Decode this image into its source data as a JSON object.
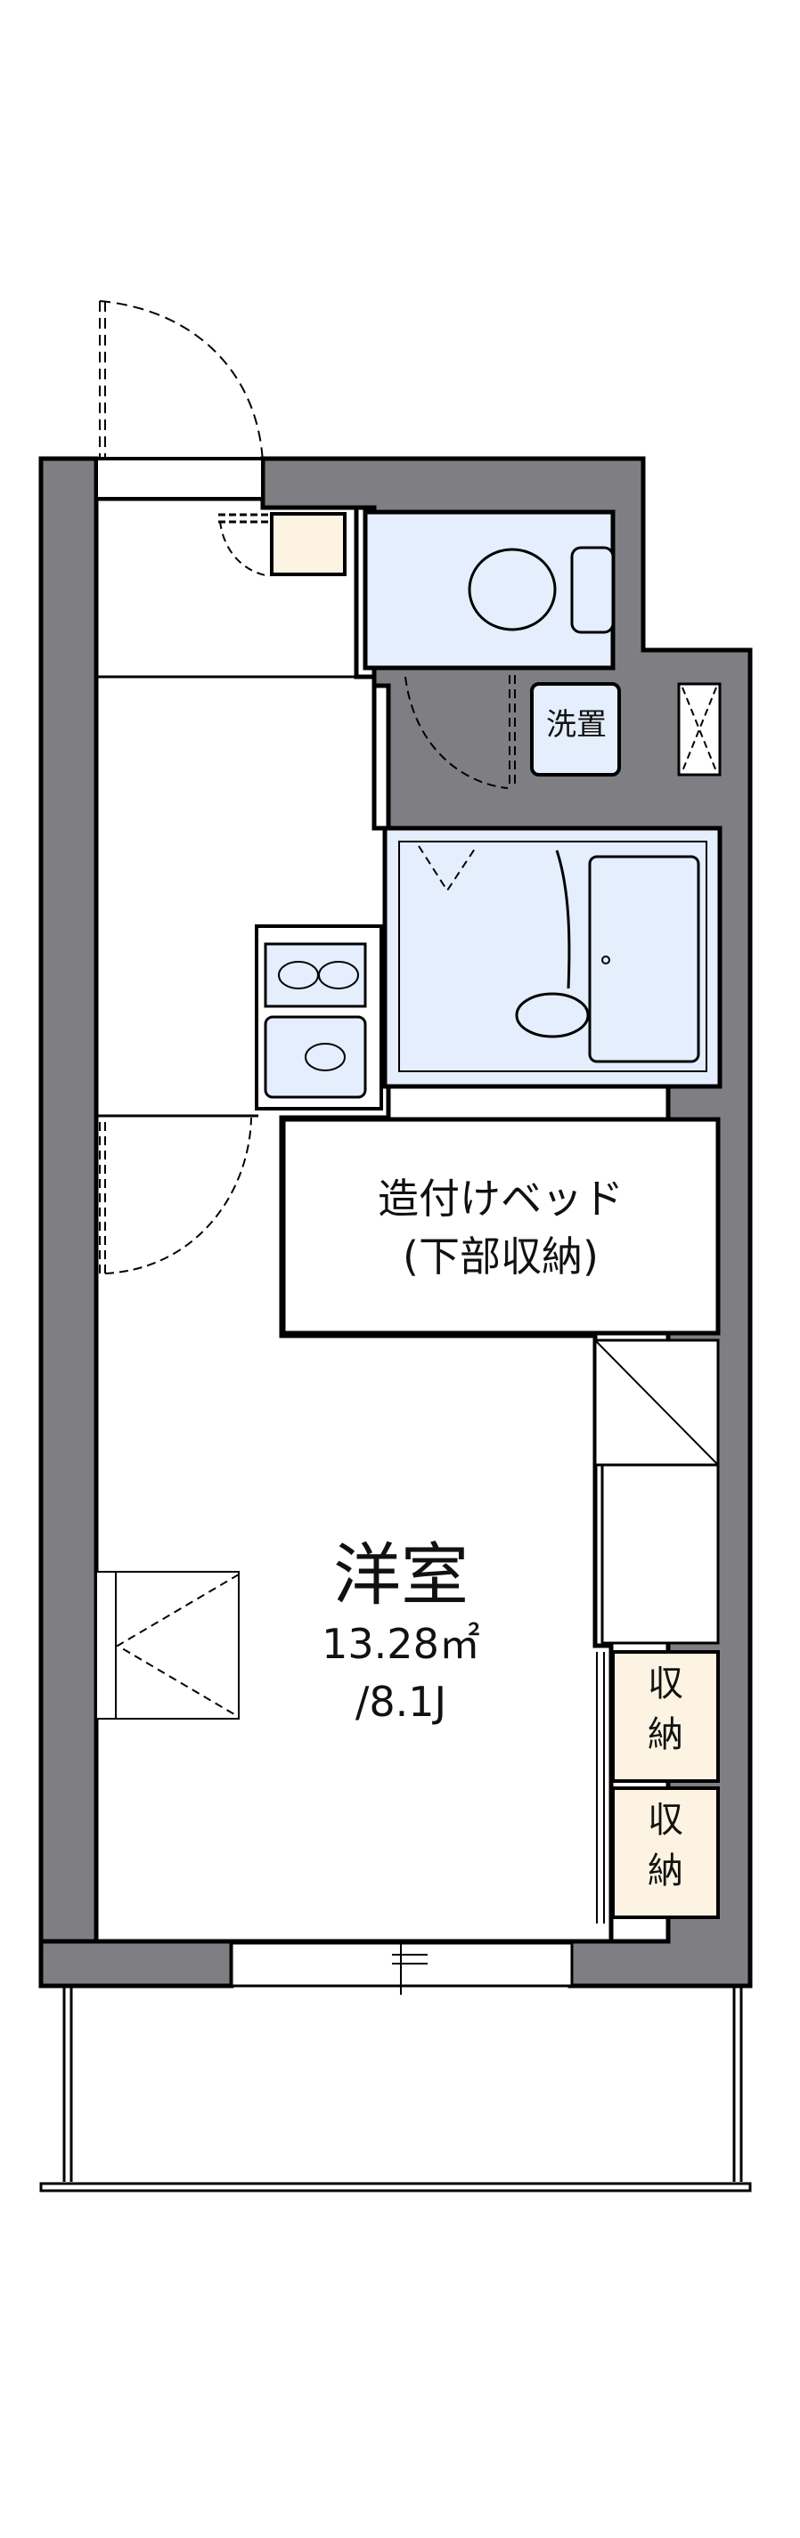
{
  "floorplan": {
    "rooms": {
      "main_room": {
        "name": "洋室",
        "area": "13.28㎡",
        "tatami": "/8.1J"
      },
      "built_in_bed": {
        "line1": "造付けベッド",
        "line2": "(下部収納)"
      },
      "washer_space": {
        "label": "洗置"
      },
      "storage_1": {
        "line1": "収",
        "line2": "納"
      },
      "storage_2": {
        "line1": "収",
        "line2": "納"
      }
    },
    "colors": {
      "wall": "#7f7f83",
      "wet_area": "#e4eefc",
      "storage": "#fdf3e2",
      "line": "#000000",
      "background": "#ffffff"
    }
  }
}
